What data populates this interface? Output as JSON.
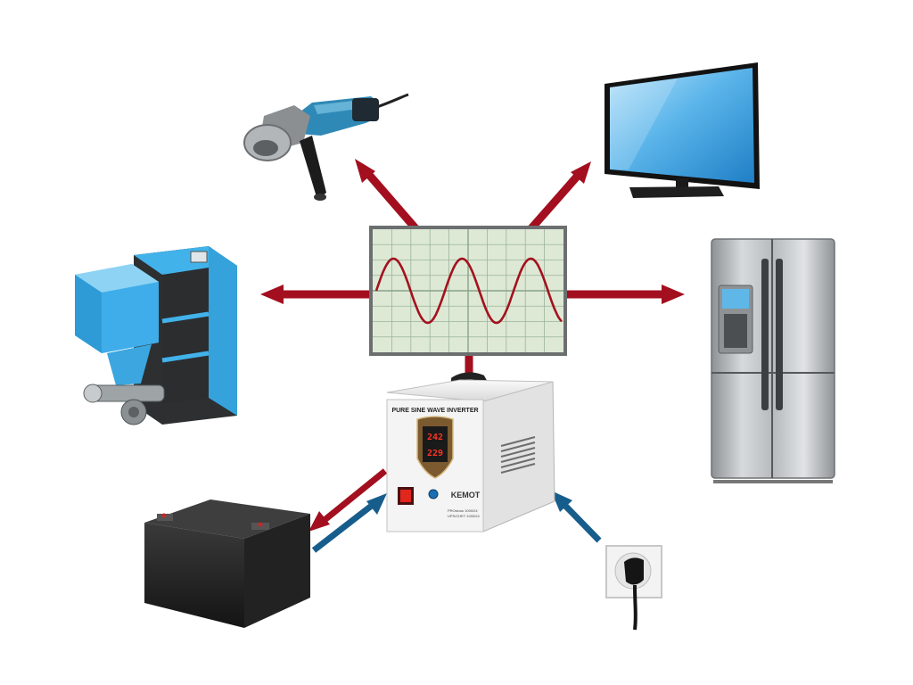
{
  "colors": {
    "output_arrow": "#a30f1f",
    "input_arrow": "#175d8c",
    "scope_bg": "#dde9d5",
    "scope_grid": "#9bb39b",
    "sine_wave": "#a3121e",
    "boiler_blue": "#39a8e3",
    "inverter_body": "#f2f2f2",
    "display_digits": "#ff3322"
  },
  "inverter": {
    "heading": "PURE SINE WAVE INVERTER",
    "brand": "KEMOT",
    "display_top": "242",
    "display_bottom": "229",
    "model_line1": "PROsinus 1000/24",
    "model_line2": "UPS/CHET 1000/24"
  },
  "waveform": {
    "type": "sine",
    "cycles": 2.7
  },
  "devices": {
    "outputs": [
      "angle-grinder",
      "flat-screen-tv",
      "refrigerator",
      "pellet-boiler",
      "battery"
    ],
    "inputs": [
      "wall-socket",
      "battery"
    ]
  }
}
